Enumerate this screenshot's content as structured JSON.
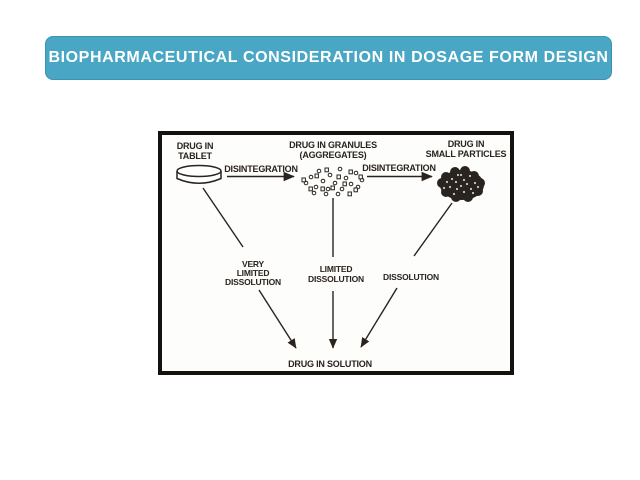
{
  "title_banner": {
    "label": "BIOPHARMACEUTICAL CONSIDERATION IN DOSAGE FORM DESIGN",
    "bg_color": "#49a7c5",
    "text_color": "#ffffff"
  },
  "diagram": {
    "ink_color": "#2a231e",
    "stage_labels": {
      "tablet_line1": "DRUG IN",
      "tablet_line2": "TABLET",
      "granules_line1": "DRUG IN GRANULES",
      "granules_line2": "(AGGREGATES)",
      "particles_line1": "DRUG IN",
      "particles_line2": "SMALL PARTICLES",
      "solution": "DRUG IN SOLUTION"
    },
    "process_labels": {
      "disintegration_1": "DISINTEGRATION",
      "disintegration_2": "DISINTEGRATION",
      "very_limited_line1": "VERY",
      "very_limited_line2": "LIMITED",
      "very_limited_line3": "DISSOLUTION",
      "limited_line1": "LIMITED",
      "limited_line2": "DISSOLUTION",
      "dissolution": "DISSOLUTION"
    }
  }
}
